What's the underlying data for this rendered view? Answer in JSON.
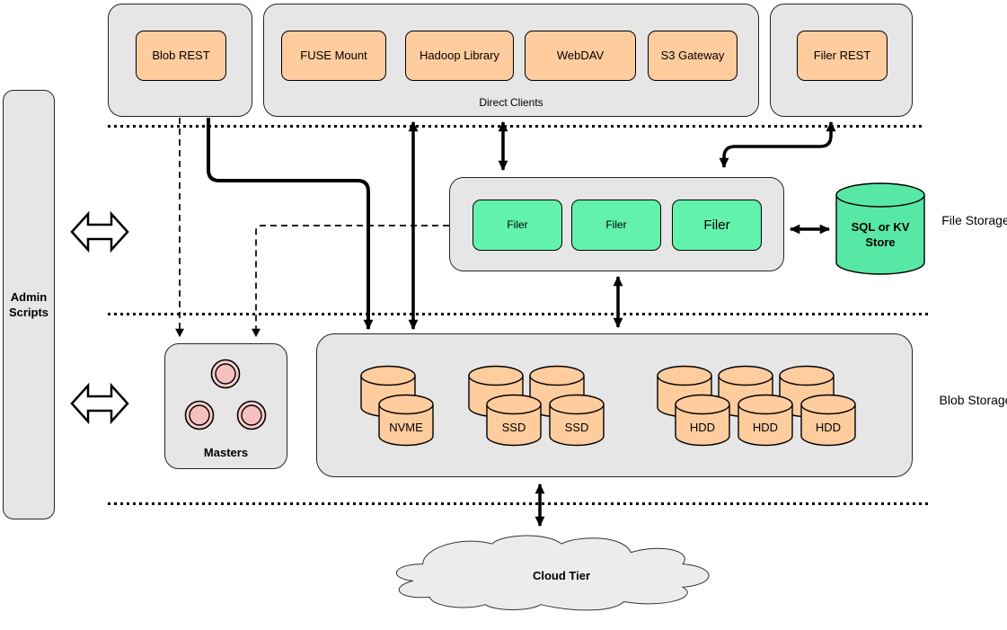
{
  "nodes": {
    "blob_rest": "Blob REST",
    "direct_clients_label": "Direct Clients",
    "direct_clients": [
      "FUSE Mount",
      "Hadoop Library",
      "WebDAV",
      "S3 Gateway"
    ],
    "filer_rest": "Filer REST",
    "admin_scripts": "Admin Scripts",
    "filers": [
      "Filer",
      "Filer",
      "Filer"
    ],
    "kv_store": "SQL or KV Store",
    "masters_label": "Masters",
    "masters_node_count": 3,
    "volume_groups": [
      {
        "back_count": 1,
        "front_labels": [
          "NVME"
        ]
      },
      {
        "back_count": 2,
        "front_labels": [
          "SSD",
          "SSD"
        ]
      },
      {
        "back_count": 3,
        "front_labels": [
          "HDD",
          "HDD",
          "HDD"
        ]
      }
    ],
    "cloud_tier": "Cloud Tier"
  },
  "section_labels": {
    "file_storage": "File Storage",
    "blob_storage": "Blob Storage"
  },
  "colors": {
    "container_gray": "#e6e6e6",
    "client_orange": "#ffcc9e",
    "filer_green": "#63f2ac",
    "store_green": "#58e8a6",
    "master_pink": "#f8cecc",
    "master_pink_inner": "#f5c0bd",
    "cloud_gray": "#ececec",
    "line_black": "#000000"
  }
}
